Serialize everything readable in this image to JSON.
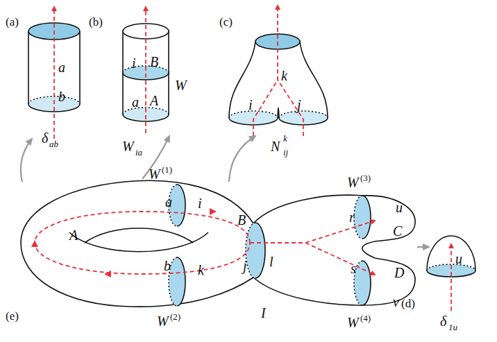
{
  "diagram": {
    "labels": [
      "(a)",
      "a",
      "b",
      "δ",
      "ab",
      "(b)",
      "i",
      "B",
      "a",
      "A",
      "W",
      "W",
      "ia",
      "(c)",
      "k",
      "i",
      "j",
      "N",
      "k",
      "ij",
      "W",
      "(1)",
      "a",
      "i",
      "A",
      "b",
      "k",
      "W",
      "(2)",
      "B",
      "j",
      "l",
      "I",
      "W",
      "(3)",
      "r",
      "u",
      "C",
      "s",
      "v",
      "D",
      "W",
      "(4)",
      "(d)",
      "u",
      "δ",
      "1u",
      "(e)"
    ]
  }
}
